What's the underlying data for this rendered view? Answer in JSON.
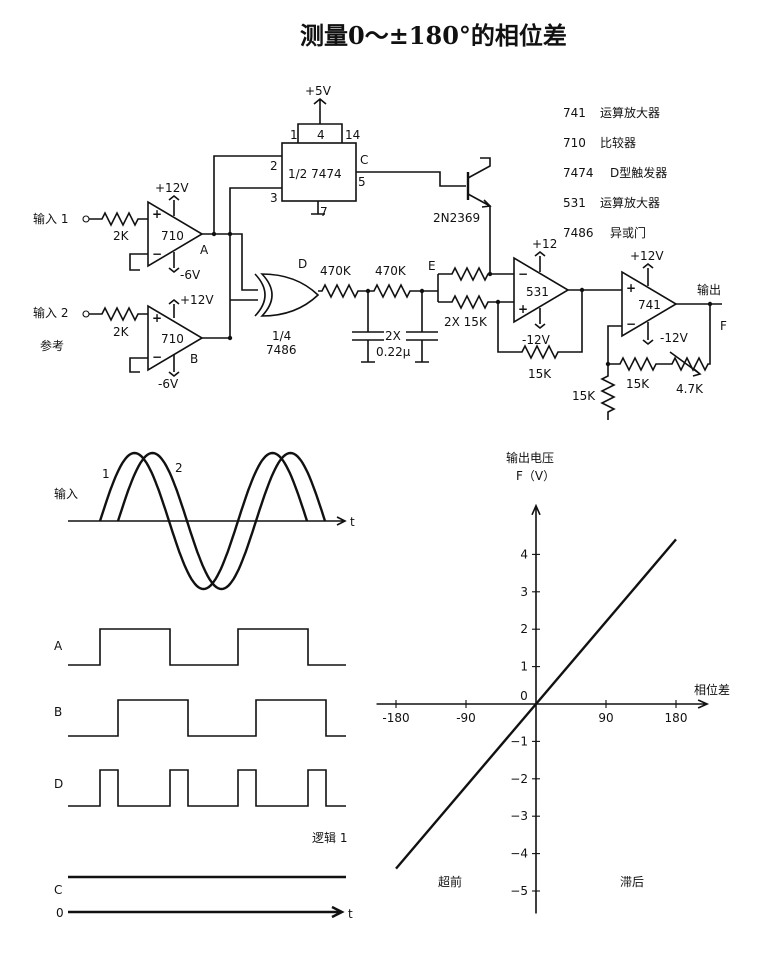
{
  "title": "测量0～±180°的相位差",
  "legend": [
    {
      "code": "741",
      "desc": "运算放大器"
    },
    {
      "code": "710",
      "desc": "比较器"
    },
    {
      "code": "7474",
      "desc": "D型触发器"
    },
    {
      "code": "531",
      "desc": "运算放大器"
    },
    {
      "code": "7486",
      "desc": "异或门"
    }
  ],
  "circuit": {
    "input1": "输入 1",
    "input2": "输入 2",
    "reference": "参考",
    "r_in1": "2K",
    "r_in2": "2K",
    "comp1_label": "710",
    "comp2_label": "710",
    "comp1_vplus": "+12V",
    "comp1_vminus": "-6V",
    "comp2_vplus": "+12V",
    "comp2_vminus": "-6V",
    "node_a": "A",
    "node_b": "B",
    "node_c": "C",
    "node_d": "D",
    "node_e": "E",
    "node_f": "F",
    "vcc": "+5V",
    "ff_label": "1/2 7474",
    "ff_pin1": "1",
    "ff_pin4": "4",
    "ff_pin14": "14",
    "ff_pin2": "2",
    "ff_pin3": "3",
    "ff_pin5": "5",
    "ff_pin7": "7",
    "transistor": "2N2369",
    "xor_frac": "1/4",
    "xor_label": "7486",
    "r_470k_1": "470K",
    "r_470k_2": "470K",
    "cap_label": "2X",
    "cap_value": "0.22μ",
    "r_2x15k": "2X 15K",
    "amp531_label": "531",
    "amp531_vplus": "+12",
    "amp531_vminus": "-12V",
    "r_fb_531": "15K",
    "amp741_label": "741",
    "amp741_vplus": "+12V",
    "amp741_vminus": "-12V",
    "output": "输出",
    "r_15k_a": "15K",
    "r_15k_b": "15K",
    "r_47k": "4.7K",
    "plus_sign": "+",
    "minus_sign": "−"
  },
  "waveforms": {
    "input_label": "输入",
    "wave1": "1",
    "wave2": "2",
    "t_label": "t",
    "a_label": "A",
    "b_label": "B",
    "d_label": "D",
    "logic_label": "逻辑 1",
    "c_label": "C",
    "zero_label": "0",
    "t_label2": "t"
  },
  "chart_data": {
    "type": "line",
    "ylabel_line1": "输出电压",
    "ylabel_line2": "F（V）",
    "xlabel": "相位差",
    "x_ticks": [
      "-180",
      "-90",
      "0",
      "90",
      "180"
    ],
    "x_tick_values": [
      -180,
      -90,
      0,
      90,
      180
    ],
    "y_ticks": [
      "4",
      "3",
      "2",
      "1",
      "0",
      "−1",
      "−2",
      "−3",
      "−4",
      "−5"
    ],
    "y_tick_values": [
      4,
      3,
      2,
      1,
      0,
      -1,
      -2,
      -3,
      -4,
      -5
    ],
    "xlim": [
      -205,
      220
    ],
    "ylim": [
      -5.6,
      5.3
    ],
    "series": [
      {
        "x": [
          -180,
          180
        ],
        "y": [
          -4.4,
          4.4
        ]
      }
    ],
    "lead_label": "超前",
    "lag_label": "滞后"
  }
}
